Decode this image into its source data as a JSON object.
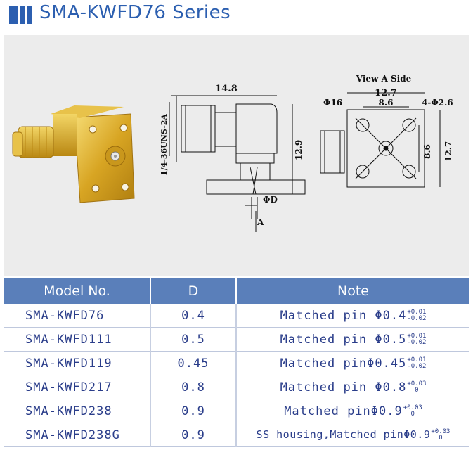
{
  "header": {
    "title": "SMA-KWFD76 Series"
  },
  "drawing": {
    "dim_length": "14.8",
    "thread": "1/4-36UNS-2A",
    "dim_height": "12.9",
    "phi_d": "ΦD",
    "arrow_label": "A",
    "view_label": "View A Side",
    "dim_outer": "12.7",
    "dim_phi16": "Φ16",
    "dim_inner": "8.6",
    "dim_holes": "4-Φ2.6",
    "dim_inner_v": "8.6",
    "dim_outer_v": "12.7"
  },
  "table": {
    "headers": [
      "Model No.",
      "D",
      "Note"
    ],
    "rows": [
      {
        "model": "SMA-KWFD76",
        "d": "0.4",
        "note": "Matched pin Φ0.4",
        "tol_up": "+0.01",
        "tol_dn": "-0.02"
      },
      {
        "model": "SMA-KWFD111",
        "d": "0.5",
        "note": "Matched pin Φ0.5",
        "tol_up": "+0.01",
        "tol_dn": "-0.02"
      },
      {
        "model": "SMA-KWFD119",
        "d": "0.45",
        "note": "Matched pinΦ0.45",
        "tol_up": "+0.01",
        "tol_dn": "-0.02"
      },
      {
        "model": "SMA-KWFD217",
        "d": "0.8",
        "note": "Matched pin Φ0.8",
        "tol_up": "+0.03",
        "tol_dn": "0"
      },
      {
        "model": "SMA-KWFD238",
        "d": "0.9",
        "note": "Matched pinΦ0.9",
        "tol_up": "+0.03",
        "tol_dn": "0"
      },
      {
        "model": "SMA-KWFD238G",
        "d": "0.9",
        "note": "SS housing,Matched pinΦ0.9",
        "tol_up": "+0.03",
        "tol_dn": "0"
      }
    ]
  }
}
